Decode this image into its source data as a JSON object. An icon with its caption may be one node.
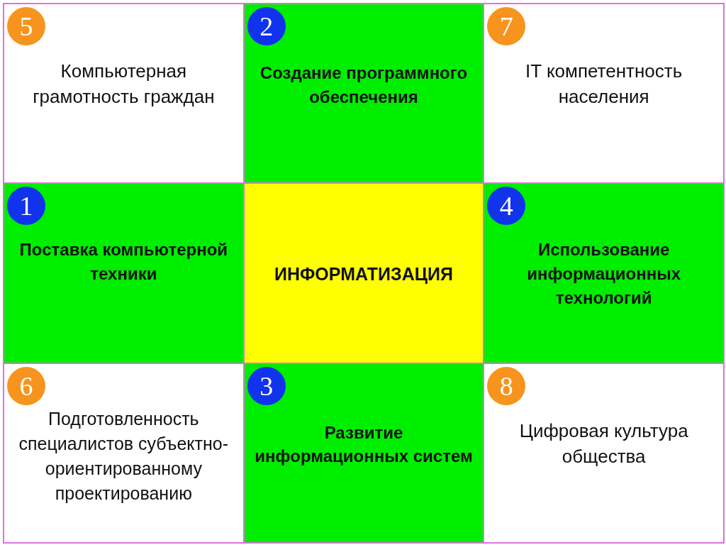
{
  "diagram": {
    "nodes": [
      {
        "text": [
          "Компьютерная грамотность граждан"
        ]
      },
      {
        "text": [
          "5"
        ],
        "in": 0
      },
      {
        "text": [
          "Создание программного обеспечения"
        ]
      },
      {
        "text": [
          "2"
        ],
        "in": 2
      },
      {
        "text": [
          "IT компетентность населения"
        ]
      },
      {
        "text": [
          "7"
        ],
        "in": 4
      },
      {
        "text": [
          "Поставка компьютерной техники"
        ]
      },
      {
        "text": [
          "1"
        ],
        "in": 6
      },
      {
        "text": [
          "ИНФОРМАТИЗАЦИЯ"
        ]
      },
      {
        "text": [
          "Использование информационных технологий"
        ]
      },
      {
        "text": [
          "4"
        ],
        "in": 9
      },
      {
        "text": [
          "Подготовленность специалистов субъектно-ориентированному проектированию"
        ]
      },
      {
        "text": [
          "6"
        ],
        "in": 11
      },
      {
        "text": [
          "Развитие информационных систем"
        ]
      },
      {
        "text": [
          "3"
        ],
        "in": 13
      },
      {
        "text": [
          "Цифровая культура общества"
        ]
      },
      {
        "text": [
          "8"
        ],
        "in": 15
      }
    ]
  }
}
